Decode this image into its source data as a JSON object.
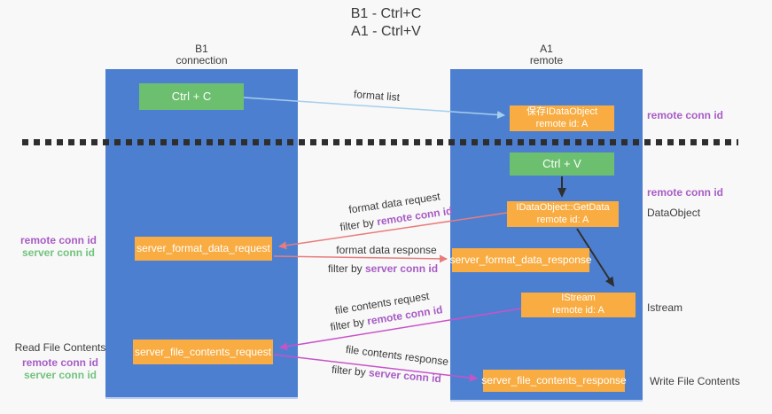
{
  "title": {
    "line1": "B1 - Ctrl+C",
    "line2": "A1 - Ctrl+V"
  },
  "lifelines": {
    "left": {
      "name": "B1",
      "subtitle": "connection"
    },
    "right": {
      "name": "A1",
      "subtitle": "remote"
    }
  },
  "boxes": {
    "ctrl_c": {
      "label": "Ctrl + C"
    },
    "ctrl_v": {
      "label": "Ctrl + V"
    },
    "save_dataobject": {
      "line1": "保存IDataObject",
      "line2": "remote id: A"
    },
    "getdata": {
      "line1": "IDataObject::GetData",
      "line2": "remote id: A"
    },
    "istream": {
      "line1": "IStream",
      "line2": "remote id: A"
    },
    "server_format_data_request": {
      "label": "server_format_data_request"
    },
    "server_format_data_response": {
      "label": "server_format_data_response"
    },
    "server_file_contents_request": {
      "label": "server_file_contents_request"
    },
    "server_file_contents_response": {
      "label": "server_file_contents_response"
    }
  },
  "arrows": {
    "format_list": {
      "label": "format list"
    },
    "format_data_request": {
      "label": "format data request",
      "filter_prefix": "filter by",
      "filter_key": "remote conn id"
    },
    "format_data_response": {
      "label": "format data response",
      "filter_prefix": "filter by",
      "filter_key": "server conn id"
    },
    "file_contents_request": {
      "label": "file contents request",
      "filter_prefix": "filter by",
      "filter_key": "remote conn id"
    },
    "file_contents_response": {
      "label": "file contents response",
      "filter_prefix": "filter by",
      "filter_key": "server conn id"
    }
  },
  "annotations": {
    "right_top_remote_conn_id": "remote conn id",
    "right_mid_remote_conn_id": "remote conn id",
    "dataobject": "DataObject",
    "istream": "Istream",
    "write_file_contents": "Write File Contents",
    "left_mid_remote_conn_id": "remote conn id",
    "left_mid_server_conn_id": "server conn id",
    "read_file_contents": "Read File Contents",
    "left_bottom_remote_conn_id": "remote conn id",
    "left_bottom_server_conn_id": "server conn id"
  },
  "colors": {
    "lifeline_blue": "#4d7fd1",
    "box_orange": "#f8ac42",
    "box_green": "#6dbf70",
    "remote_conn_purple": "#a85cc5",
    "server_conn_green": "#72c37e",
    "request_arrow_salmon": "#e87c7c",
    "file_arrow_magenta": "#c853c8",
    "format_list_arrow_blue": "#a5cfec",
    "black_arrow": "#2f2f2f"
  }
}
